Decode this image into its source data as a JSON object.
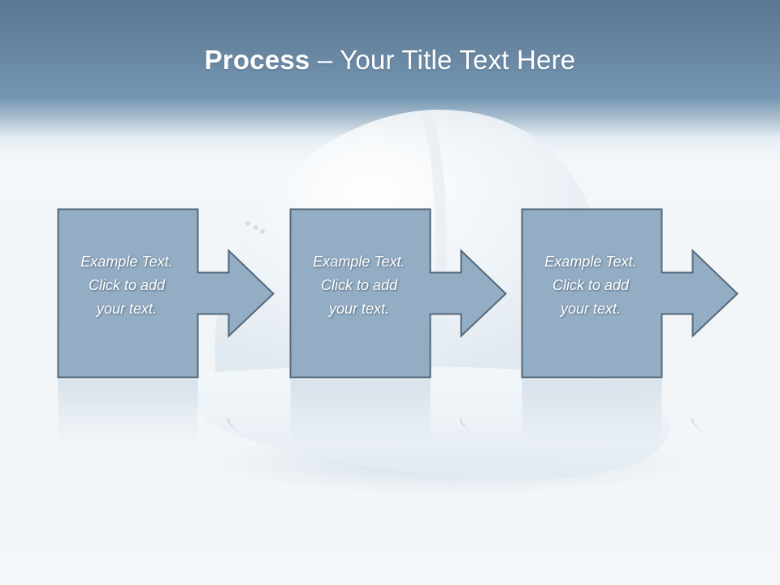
{
  "slide": {
    "title_bold": "Process",
    "title_rest": " – Your Title Text Here"
  },
  "steps": [
    {
      "text": "Example Text.\nClick  to add\nyour text."
    },
    {
      "text": "Example Text.\nClick  to add\nyour text."
    },
    {
      "text": "Example Text.\nClick  to add\nyour text."
    }
  ],
  "colors": {
    "box_fill": "#93adc4",
    "box_stroke": "#56687a",
    "header": "#6a88a3",
    "text": "#ffffff"
  },
  "icons": {
    "background_image": "hard-hat-icon",
    "step_shape": "arrow-right-icon"
  }
}
